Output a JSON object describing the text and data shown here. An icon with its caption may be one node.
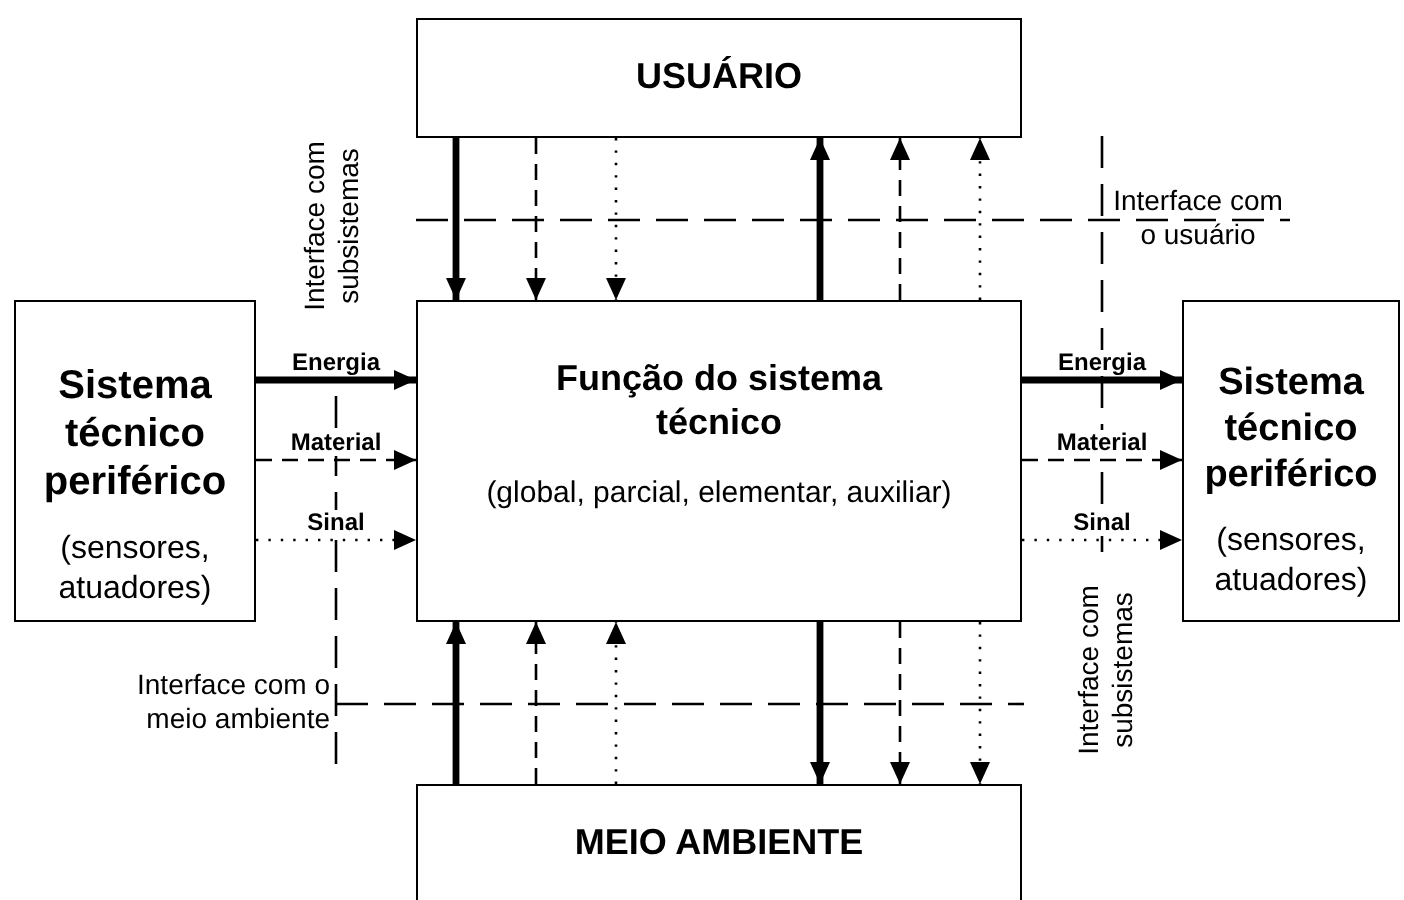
{
  "diagram": {
    "nodes": [
      {
        "text": [
          "USUÁRIO"
        ]
      },
      {
        "text": [
          "Sistema técnico periférico",
          "(sensores, atuadores)"
        ]
      },
      {
        "text": [
          "Função do sistema técnico",
          "(global, parcial, elementar, auxiliar)"
        ]
      },
      {
        "text": [
          "Sistema técnico periférico",
          "(sensores, atuadores)"
        ]
      },
      {
        "text": [
          "MEIO AMBIENTE"
        ]
      }
    ],
    "edges": [
      {
        "from": 0,
        "to": 2,
        "arrow": "to",
        "style": "thick"
      },
      {
        "from": 0,
        "to": 2,
        "arrow": "to",
        "style": "dashed"
      },
      {
        "from": 0,
        "to": 2,
        "arrow": "to",
        "style": "dashed"
      },
      {
        "from": 2,
        "to": 0,
        "arrow": "to",
        "style": "thick"
      },
      {
        "from": 2,
        "to": 0,
        "arrow": "to",
        "style": "dashed"
      },
      {
        "from": 2,
        "to": 0,
        "arrow": "to",
        "style": "dashed"
      },
      {
        "from": 1,
        "to": 2,
        "arrow": "to",
        "style": "thick",
        "label": "Energia"
      },
      {
        "from": 1,
        "to": 2,
        "arrow": "to",
        "style": "dashed",
        "label": "Material"
      },
      {
        "from": 1,
        "to": 2,
        "arrow": "to",
        "style": "dashed",
        "label": "Sinal"
      },
      {
        "from": 2,
        "to": 3,
        "arrow": "to",
        "style": "thick",
        "label": "Energia"
      },
      {
        "from": 2,
        "to": 3,
        "arrow": "to",
        "style": "dashed",
        "label": "Material"
      },
      {
        "from": 2,
        "to": 3,
        "arrow": "to",
        "style": "dashed",
        "label": "Sinal"
      },
      {
        "from": 4,
        "to": 2,
        "arrow": "to",
        "style": "thick"
      },
      {
        "from": 4,
        "to": 2,
        "arrow": "to",
        "style": "dashed"
      },
      {
        "from": 4,
        "to": 2,
        "arrow": "to",
        "style": "dashed"
      },
      {
        "from": 2,
        "to": 4,
        "arrow": "to",
        "style": "thick"
      },
      {
        "from": 2,
        "to": 4,
        "arrow": "to",
        "style": "dashed"
      },
      {
        "from": 2,
        "to": 4,
        "arrow": "to",
        "style": "dashed"
      }
    ],
    "labels": [
      "Interface com subsistemas",
      "Interface com o usuário",
      "Interface com o meio ambiente",
      "Interface com subsistemas"
    ]
  }
}
